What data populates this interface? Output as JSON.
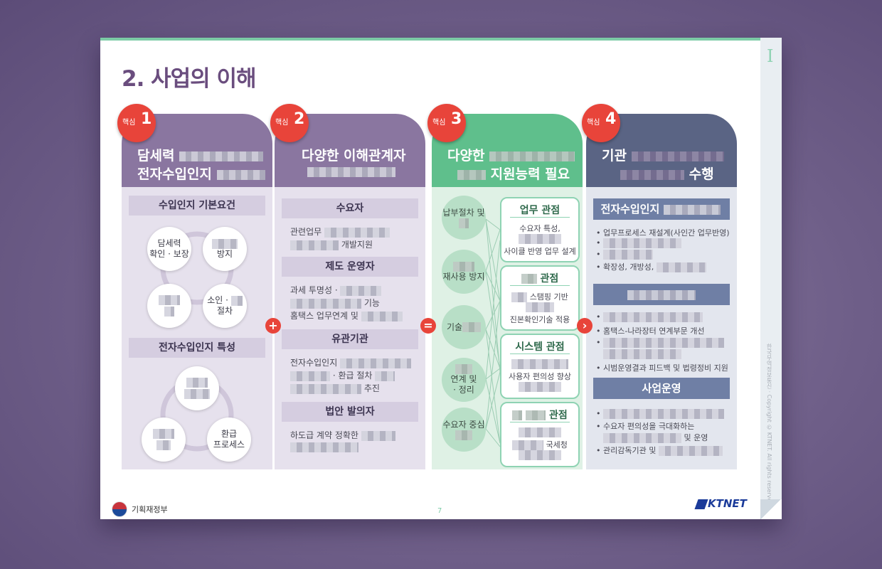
{
  "slide": {
    "title": "2. 사업의 이해",
    "side_tab": "I",
    "side_vertical": "한국무역정보통신 · Copyright © KTNET. All rights reserved.",
    "page_number": "7",
    "ministry_logo_text": "기획재정부",
    "company_logo_text": "KTNET"
  },
  "columns": [
    {
      "badge_label": "핵심",
      "badge_num": "1",
      "head_line1": "담세력",
      "head_line2": "전자수입인지",
      "sec1": "수입인지 기본요건",
      "circles1": [
        "담세력",
        "확인 · 보장",
        "방지",
        "소인 ·",
        "절차"
      ],
      "sec2": "전자수입인지 특성",
      "circles2": [
        "환급",
        "프로세스"
      ],
      "color": "#8a76a0"
    },
    {
      "badge_label": "핵심",
      "badge_num": "2",
      "head_line1": "다양한 이해관계자",
      "sections": [
        {
          "title": "수요자",
          "lines": [
            "관련업무",
            "개발지원"
          ]
        },
        {
          "title": "제도 운영자",
          "lines": [
            "과세 투명성 ·",
            "기능",
            "홈택스 업무연계 및"
          ]
        },
        {
          "title": "유관기관",
          "lines": [
            "전자수입인지",
            "· 환급 절차",
            "추진"
          ]
        },
        {
          "title": "법안 발의자",
          "lines": [
            "하도급 계약 정확한"
          ]
        }
      ],
      "color": "#8a76a0"
    },
    {
      "badge_label": "핵심",
      "badge_num": "3",
      "head_line1": "다양한",
      "head_line2": "지원능력 필요",
      "left_items": [
        "납부절차 및",
        "재사용 방지",
        "기술",
        "연계 및",
        "· 정리",
        "수요자 중심"
      ],
      "boxes": [
        {
          "title": "업무 관점",
          "lines": [
            "수요자 특성,",
            "사이클 반영 업무 설계"
          ]
        },
        {
          "title": "관점",
          "lines": [
            "스탬핑 기반",
            "진본확인기술 적용"
          ]
        },
        {
          "title": "시스템 관점",
          "lines": [
            "사용자 편의성 향상"
          ]
        },
        {
          "title": "관점",
          "lines": [
            "국세청"
          ]
        }
      ],
      "color": "#5fbf8c"
    },
    {
      "badge_label": "핵심",
      "badge_num": "4",
      "head_line1": "기관",
      "head_line2": "수행",
      "bar1": "전자수입인지",
      "bullets1": [
        "• 업무프로세스 재설계(사인간 업무반영)",
        "•",
        "•",
        "• 확장성, 개방성,"
      ],
      "bullets2": [
        "•",
        "• 홈택스-나라장터 연계부문 개선",
        "•",
        "• 시범운영결과 피드백 및 법령정비 지원"
      ],
      "bar3": "사업운영",
      "bullets3": [
        "•",
        "• 수요자 편의성을 극대화하는",
        "및 운영",
        "• 관리감독기관 및"
      ],
      "color": "#5a6484"
    }
  ],
  "operators": [
    "+",
    "=",
    "›"
  ]
}
